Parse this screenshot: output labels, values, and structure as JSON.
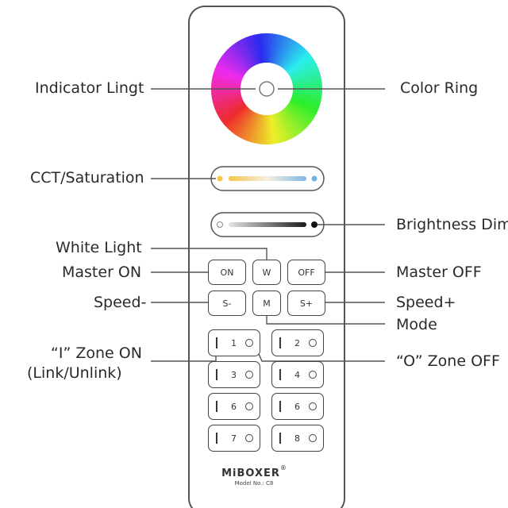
{
  "labels": {
    "indicator_light": "Indicator Lingt",
    "color_ring": "Color Ring",
    "cct_saturation": "CCT/Saturation",
    "brightness_dim": "Brightness Dim",
    "white_light": "White Light",
    "master_on": "Master ON",
    "master_off": "Master OFF",
    "speed_minus": "Speed-",
    "speed_plus": "Speed+",
    "mode": "Mode",
    "zone_on_line1": "“I” Zone ON",
    "zone_on_line2": "(Link/Unlink)",
    "zone_off": "“O” Zone OFF"
  },
  "buttons": {
    "on": "ON",
    "w": "W",
    "off": "OFF",
    "s_minus": "S-",
    "m": "M",
    "s_plus": "S+"
  },
  "zones": [
    "1",
    "2",
    "3",
    "4",
    "6",
    "6",
    "7",
    "8"
  ],
  "brand": {
    "name": "MiBOXER",
    "registered": "®",
    "model": "Model No.: C8"
  },
  "colors": {
    "outline": "#444444",
    "label_text": "#2a2a2a",
    "leader_line": "#555555"
  }
}
